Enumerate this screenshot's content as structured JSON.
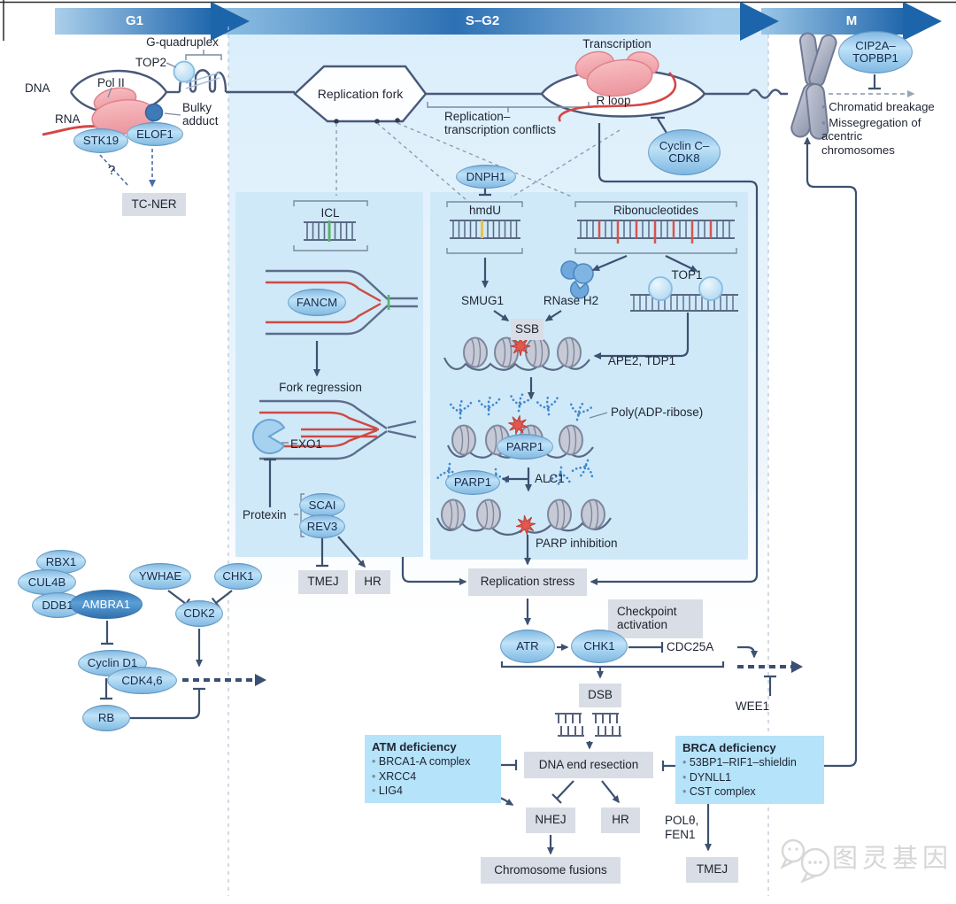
{
  "phases": {
    "g1": "G1",
    "s_g2": "S–G2",
    "m": "M"
  },
  "g1_region": {
    "dna": "DNA",
    "pol_ii": "Pol II",
    "rna": "RNA",
    "stk19": "STK19",
    "elof1": "ELOF1",
    "bulky_adduct": "Bulky\nadduct",
    "g_quadruplex": "G-quadruplex",
    "top2": "TOP2",
    "question_mark": "?",
    "tc_ner": "TC-NER"
  },
  "s_g2_region": {
    "replication_fork": "Replication fork",
    "conflicts": "Replication–\ntranscription conflicts",
    "transcription": "Transcription",
    "r_loop": "R loop",
    "cyclin_c_cdk8": "Cyclin C–\nCDK8",
    "dnph1": "DNPH1"
  },
  "icl_panel": {
    "icl": "ICL",
    "fancm": "FANCM",
    "fork_regression": "Fork regression",
    "exo1": "EXO1",
    "protexin": "Protexin",
    "scai": "SCAI",
    "rev3": "REV3",
    "tmej": "TMEJ",
    "hr": "HR"
  },
  "ssb_panel": {
    "hmdu": "hmdU",
    "ribonucleotides": "Ribonucleotides",
    "smug1": "SMUG1",
    "rnase_h2": "RNase H2",
    "top1": "TOP1",
    "ssb": "SSB",
    "ape2_tdp1": "APE2, TDP1",
    "poly_adp_ribose": "Poly(ADP-ribose)",
    "parp1_chromatin": "PARP1",
    "parp1_released": "PARP1",
    "alc1": "ALC1",
    "parp_inhibition": "PARP inhibition"
  },
  "checkpoint": {
    "replication_stress": "Replication stress",
    "checkpoint_activation": "Checkpoint\nactivation",
    "atr": "ATR",
    "chk1": "CHK1",
    "cdc25a": "CDC25A",
    "wee1": "WEE1",
    "dsb": "DSB"
  },
  "repair": {
    "dna_end_resection": "DNA end resection",
    "nhej": "NHEJ",
    "hr": "HR",
    "chromosome_fusions": "Chromosome fusions",
    "pol_theta": "POLθ,",
    "fen1": "FEN1",
    "tmej": "TMEJ"
  },
  "atm_deficiency": {
    "title": "ATM deficiency",
    "items": [
      "BRCA1-A complex",
      "XRCC4",
      "LIG4"
    ]
  },
  "brca_deficiency": {
    "title": "BRCA deficiency",
    "items": [
      "53BP1–RIF1–shieldin",
      "DYNLL1",
      "CST complex"
    ]
  },
  "g1_cluster": {
    "rbx1": "RBX1",
    "cul4b": "CUL4B",
    "ddb1": "DDB1",
    "ambra1": "AMBRA1",
    "ywhae": "YWHAE",
    "chk1": "CHK1",
    "cdk2": "CDK2",
    "cyclin_d1": "Cyclin D1",
    "cdk4_6": "CDK4,6",
    "rb": "RB"
  },
  "m_region": {
    "cip2a_topbp1": "CIP2A–\nTOPBP1",
    "outcomes": [
      "Chromatid breakage",
      "Missegregation of acentric chromosomes"
    ]
  },
  "watermark": "图灵基因",
  "colors": {
    "phase_arrow_dark": "#1d65ab",
    "panel_blue": "#cfe9f8",
    "deficiency_blue": "#b5e3f9",
    "gray_box": "#d9dde6",
    "line": "#45566f",
    "red": "#cc4a44",
    "par_blue": "#3f86cc"
  }
}
